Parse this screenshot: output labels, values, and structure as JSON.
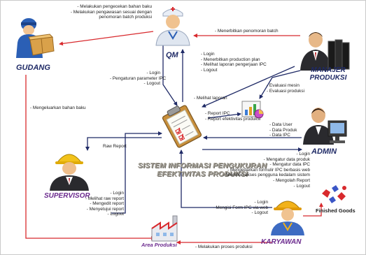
{
  "colors": {
    "blue": "#1f2a66",
    "red": "#d8292d",
    "purple": "#6b2a8e",
    "green": "#2a8a2a",
    "title": "#a19d93"
  },
  "actors": {
    "gudang": "GUDANG",
    "qm": "QM",
    "manajer_line1": "MANAJER",
    "manajer_line2": "PRODUKSI",
    "admin": "ADMIN",
    "supervisor": "SUPERVISOR",
    "karyawan": "KARYAWAN"
  },
  "labels": {
    "area_produksi": "Area Produksi",
    "finished_goods": "Finished Goods",
    "center_line1": "SISTEM INFORMASI PENGUKURAN",
    "center_line2": "EFEKTIVITAS PRODUKSI"
  },
  "notes": {
    "qm_to_gudang": [
      "- Melakukan pengecekan bahan baku",
      "- Melakukan pengawasan sesuai dengan",
      "penomoran batch produksi"
    ],
    "manajer_to_qm": [
      "- Menerbitkan penomoran batch"
    ],
    "manajer_to_sys": [
      "- Login",
      "- Menerbitkan production plan",
      "- Melihat laporan pengerjaan IPC",
      "- Logout"
    ],
    "qm_to_sys": [
      "- Login",
      "- Pengaturan parameter IPC",
      "- Logout"
    ],
    "manajer_to_eval": [
      "- Evaluasi mesin",
      "- Evaluasi produksi"
    ],
    "sys_to_qm": [
      "- Melihat laporan"
    ],
    "sys_to_eval": [
      "- Report  IPC",
      "- Report efektivitas produksi"
    ],
    "admin_to_sys": [
      "- Data User",
      "- Data Produk",
      "- Data IPC"
    ],
    "gudang_to_area": [
      "- Mengeluarkan bahan baku"
    ],
    "sys_to_supervisor": [
      "Raw Report"
    ],
    "sys_to_admin": [
      "- Login",
      "- Mengatur data produk",
      "- Mengatur data IPC",
      "- Mengedarkan formulir IPC berbasis web",
      "- Memberi akses pengguna kedalam sistem",
      "- Mengolah Report",
      "- Logout"
    ],
    "supervisor_to_sys": [
      "- Login",
      "- Melihat raw report",
      "- Mengedit report",
      "- Menyetujui report",
      "- Logout"
    ],
    "karyawan_to_sys": [
      "- Login",
      "- Mengisi Form IPC via web",
      "- Logout"
    ],
    "karyawan_to_area": [
      "- Melakukan proses produksi"
    ]
  }
}
